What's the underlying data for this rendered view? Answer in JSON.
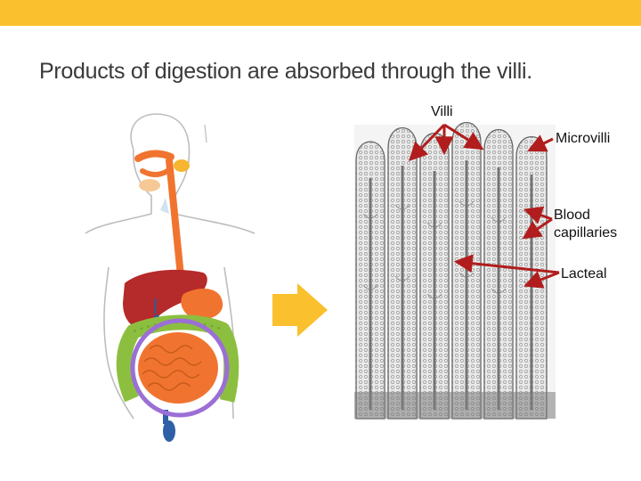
{
  "slide": {
    "title": "Products of digestion are absorbed through the villi."
  },
  "labels": {
    "villi": "Villi",
    "microvilli": "Microvilli",
    "blood_capillaries": "Blood capillaries",
    "lacteal": "Lacteal"
  },
  "colors": {
    "top_bar": "#FBC02D",
    "arrow": "#FBC02D",
    "pointer_arrows": "#B11D1D",
    "small_intestine_circle": "#9B6FD6",
    "small_intestine": "#F0742F",
    "large_intestine": "#8CBF3F",
    "liver": "#B52A2A"
  },
  "icons": {
    "flow_arrow": "right-arrow-icon"
  }
}
